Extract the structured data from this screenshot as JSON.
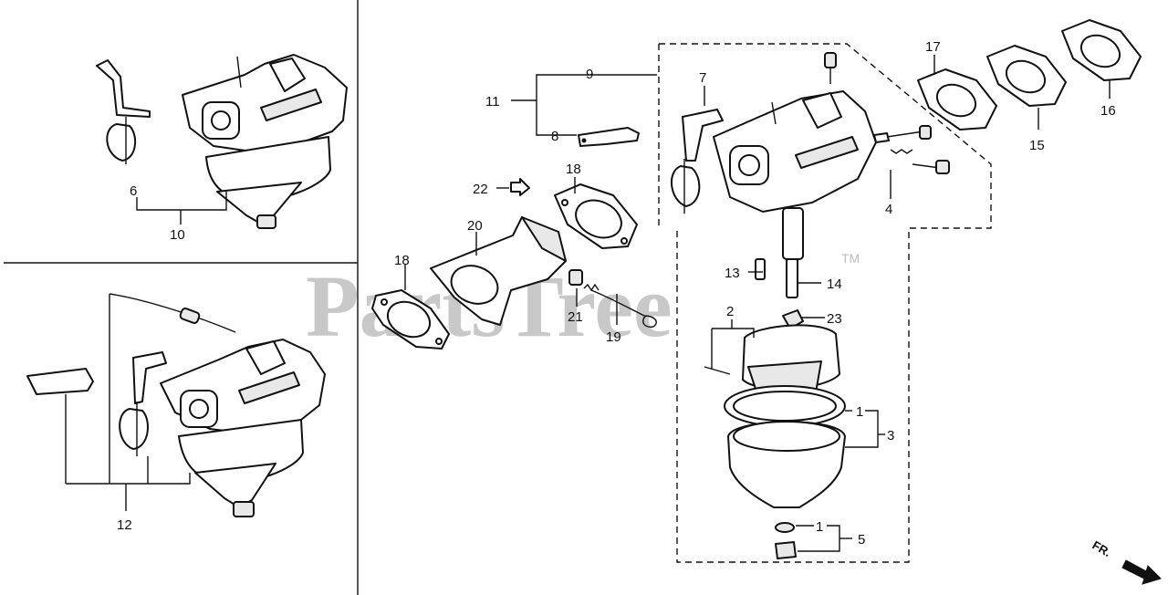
{
  "watermark": {
    "text": "PartsTree",
    "trademark": "TM"
  },
  "direction_label": "FR.",
  "callouts": {
    "c1": "1",
    "c1b": "1",
    "c2": "2",
    "c3": "3",
    "c4": "4",
    "c5": "5",
    "c6": "6",
    "c7": "7",
    "c8": "8",
    "c9": "9",
    "c10": "10",
    "c11": "11",
    "c12": "12",
    "c13": "13",
    "c14": "14",
    "c15": "15",
    "c16": "16",
    "c17": "17",
    "c18a": "18",
    "c18b": "18",
    "c19": "19",
    "c20": "20",
    "c21": "21",
    "c22": "22",
    "c23": "23"
  }
}
